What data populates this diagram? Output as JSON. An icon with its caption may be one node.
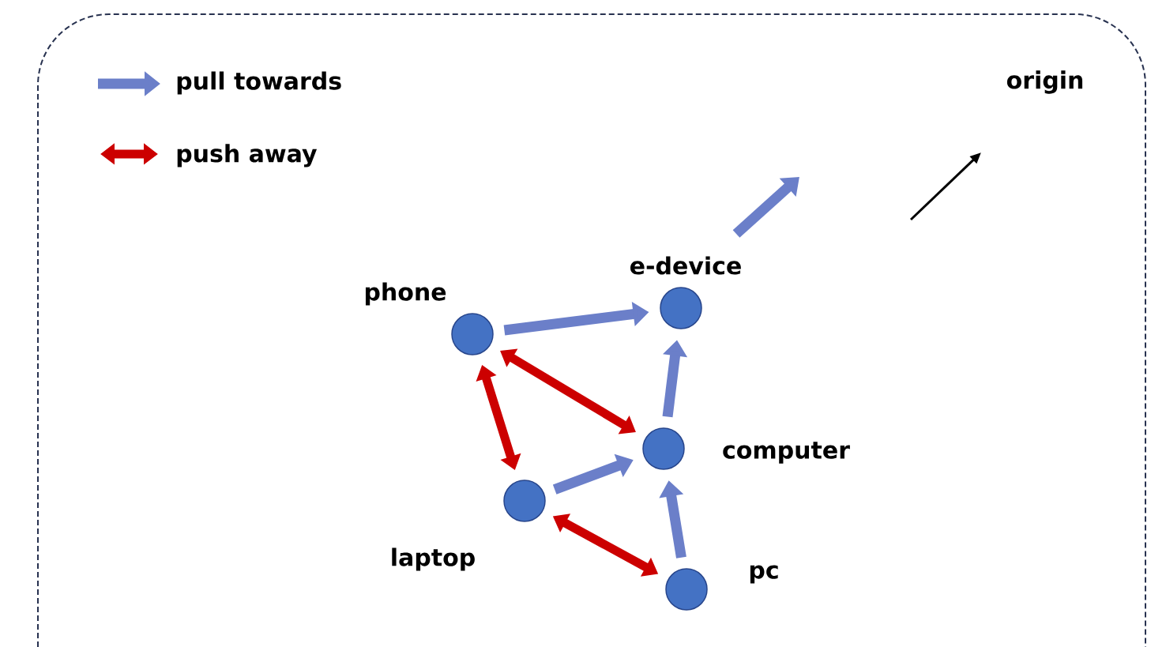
{
  "diagram": {
    "nodes": [
      {
        "text": [],
        "shape": "circle",
        "beside": [
          "e-device"
        ]
      },
      {
        "text": [],
        "shape": "circle",
        "beside": [
          "phone"
        ]
      },
      {
        "text": [],
        "shape": "circle",
        "beside": [
          "computer"
        ]
      },
      {
        "text": [],
        "shape": "circle",
        "beside": [
          "laptop"
        ]
      },
      {
        "text": [],
        "shape": "circle",
        "beside": [
          "pc"
        ]
      }
    ],
    "edges": [
      {
        "from": 1,
        "to": 0,
        "arrow": "to"
      },
      {
        "from": 2,
        "to": 0,
        "arrow": "to"
      },
      {
        "from": 3,
        "to": 2,
        "arrow": "to"
      },
      {
        "from": 4,
        "to": 2,
        "arrow": "to"
      },
      {
        "from": 1,
        "to": 2,
        "arrow": "both",
        "color": "#cc0000"
      },
      {
        "from": 1,
        "to": 3,
        "arrow": "both",
        "color": "#cc0000"
      },
      {
        "from": 3,
        "to": 4,
        "arrow": "both",
        "color": "#cc0000"
      }
    ],
    "labels": [
      "origin"
    ],
    "legend": [
      {
        "text": "pull towards"
      },
      {
        "text": "push away"
      }
    ]
  }
}
